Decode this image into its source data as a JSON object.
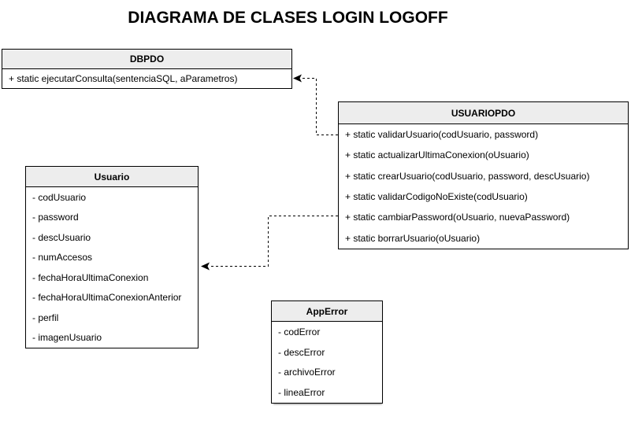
{
  "title": "DIAGRAMA DE CLASES LOGIN LOGOFF",
  "colors": {
    "background": "#FFFFFF",
    "border": "#000000",
    "header_fill": "#EDEDED",
    "text": "#000000"
  },
  "classes": {
    "dbpdo": {
      "name": "DBPDO",
      "members": [
        "+ static ejecutarConsulta(sentenciaSQL, aParametros)"
      ]
    },
    "usuariopdo": {
      "name": "USUARIOPDO",
      "members": [
        "+ static validarUsuario(codUsuario, password)",
        "+ static actualizarUltimaConexion(oUsuario)",
        "+ static crearUsuario(codUsuario, password, descUsuario)",
        "+ static validarCodigoNoExiste(codUsuario)",
        "+ static cambiarPassword(oUsuario, nuevaPassword)",
        "+ static borrarUsuario(oUsuario)"
      ]
    },
    "usuario": {
      "name": "Usuario",
      "members": [
        "- codUsuario",
        "- password",
        "- descUsuario",
        "- numAccesos",
        "- fechaHoraUltimaConexion",
        "- fechaHoraUltimaConexionAnterior",
        "- perfil",
        "- imagenUsuario"
      ]
    },
    "apperror": {
      "name": "AppError",
      "members": [
        "- codError",
        "- descError",
        "- archivoError",
        "- lineaError"
      ]
    }
  },
  "relations": [
    {
      "from": "USUARIOPDO",
      "to": "DBPDO",
      "style": "dashed-arrow"
    },
    {
      "from": "USUARIOPDO",
      "to": "Usuario",
      "style": "dashed-arrow"
    }
  ]
}
